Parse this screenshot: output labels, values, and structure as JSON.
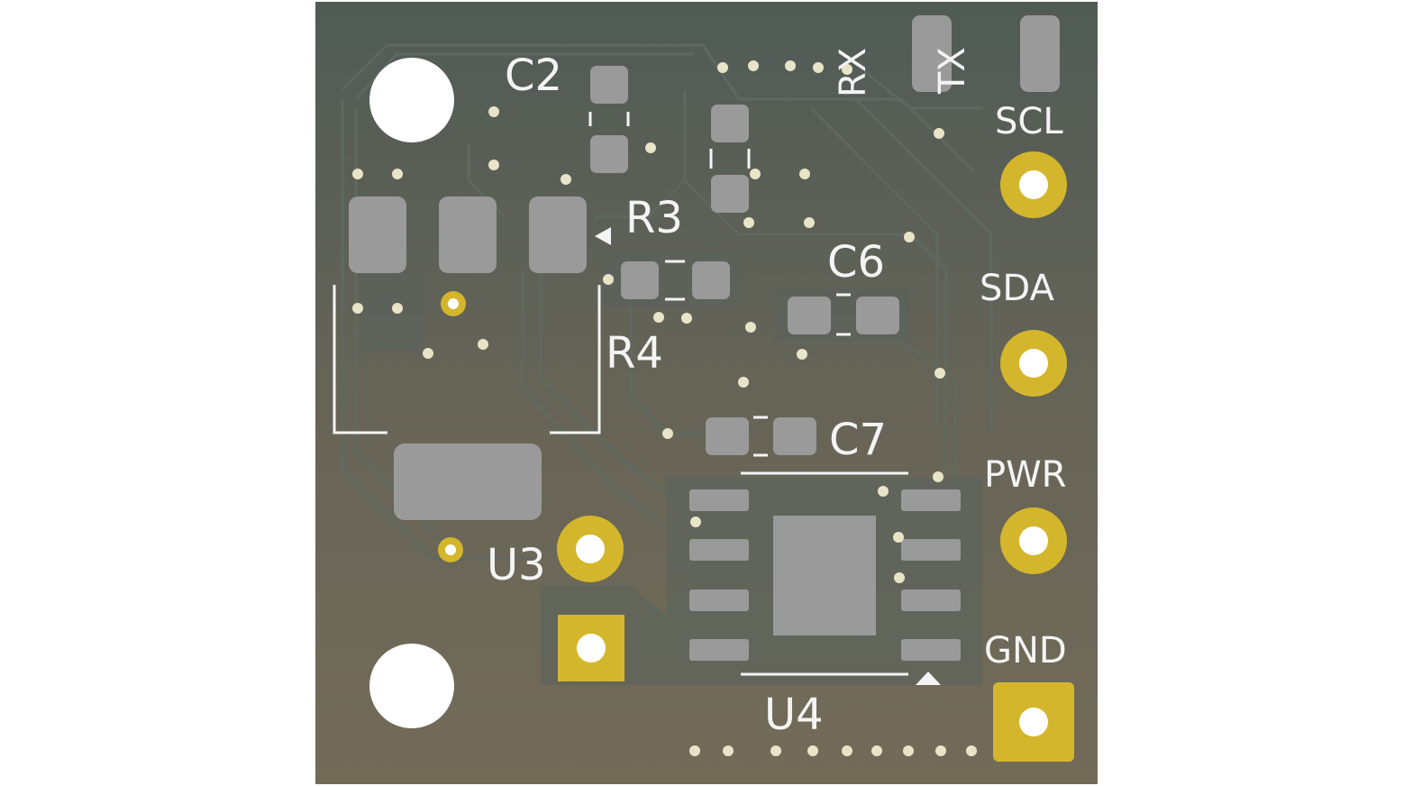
{
  "board": {
    "designators": {
      "c2": "C2",
      "r3": "R3",
      "r4": "R4",
      "c6": "C6",
      "c7": "C7",
      "u3": "U3",
      "u4": "U4"
    },
    "labels": {
      "rx": "RX",
      "tx": "TX",
      "scl": "SCL",
      "sda": "SDA",
      "pwr": "PWR",
      "gnd": "GND"
    }
  },
  "colors": {
    "background": "#ffffff",
    "board_top": "#4f5a55",
    "board_bottom": "#6f6a58",
    "copper_pour": "#5c655e",
    "pad_gold": "#d4b62c",
    "smd_pad": "#9a9a9a",
    "silkscreen": "#f4f4f4",
    "hole": "#ffffff"
  }
}
